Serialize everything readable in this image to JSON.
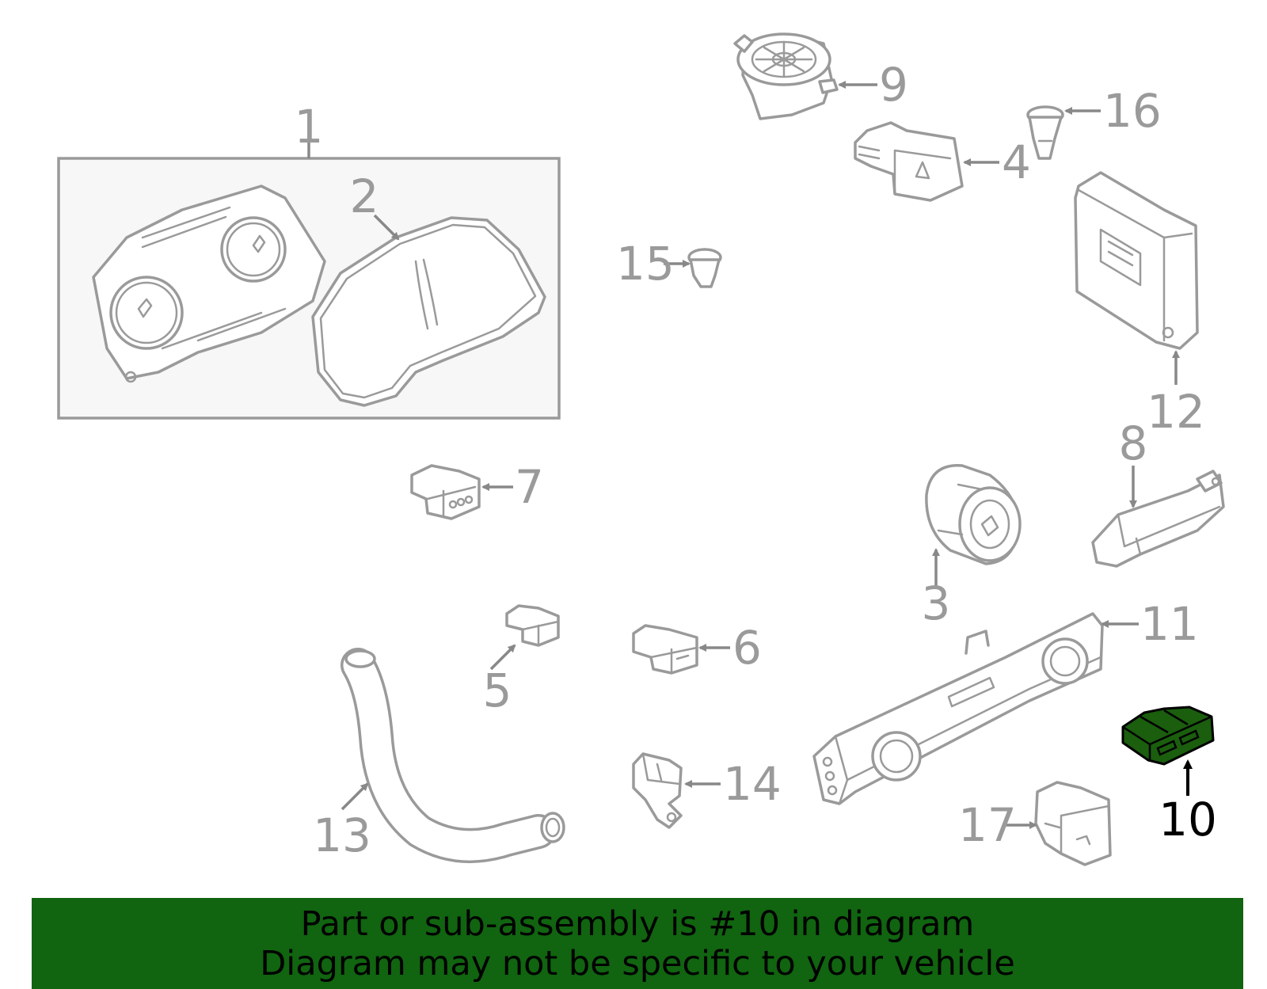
{
  "callouts": [
    {
      "id": "1",
      "label": "1"
    },
    {
      "id": "2",
      "label": "2"
    },
    {
      "id": "3",
      "label": "3"
    },
    {
      "id": "4",
      "label": "4"
    },
    {
      "id": "5",
      "label": "5"
    },
    {
      "id": "6",
      "label": "6"
    },
    {
      "id": "7",
      "label": "7"
    },
    {
      "id": "8",
      "label": "8"
    },
    {
      "id": "9",
      "label": "9"
    },
    {
      "id": "10",
      "label": "10",
      "highlighted": true
    },
    {
      "id": "11",
      "label": "11"
    },
    {
      "id": "12",
      "label": "12"
    },
    {
      "id": "13",
      "label": "13"
    },
    {
      "id": "14",
      "label": "14"
    },
    {
      "id": "15",
      "label": "15"
    },
    {
      "id": "16",
      "label": "16"
    },
    {
      "id": "17",
      "label": "17"
    }
  ],
  "banner": {
    "line1": "Part or sub-assembly is #10 in diagram",
    "line2": "Diagram may not be specific to your vehicle"
  },
  "colors": {
    "highlight_part": "#1a5e0e",
    "banner_background": "#116410",
    "line_art": "#9a9a9a"
  }
}
